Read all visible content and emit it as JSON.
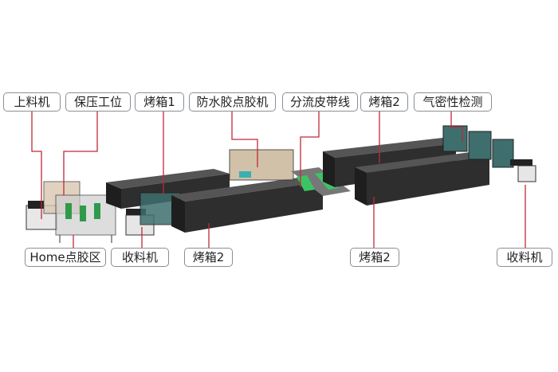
{
  "top_labels": {
    "loader": "上料机",
    "pressure_station": "保压工位",
    "oven1": "烤箱1",
    "waterproof_dispenser": "防水胶点胶机",
    "split_belt_line": "分流皮带线",
    "oven2_back": "烤箱2",
    "airtightness_test": "气密性检测"
  },
  "bottom_labels": {
    "home_dispensing": "Home点胶区",
    "unloader_1": "收料机",
    "oven2_left": "烤箱2",
    "oven2_right": "烤箱2",
    "unloader_2": "收料机"
  },
  "colors": {
    "arrow": "#c0283a",
    "oven": "#2e2e2e",
    "label_border": "#8a8f96"
  }
}
